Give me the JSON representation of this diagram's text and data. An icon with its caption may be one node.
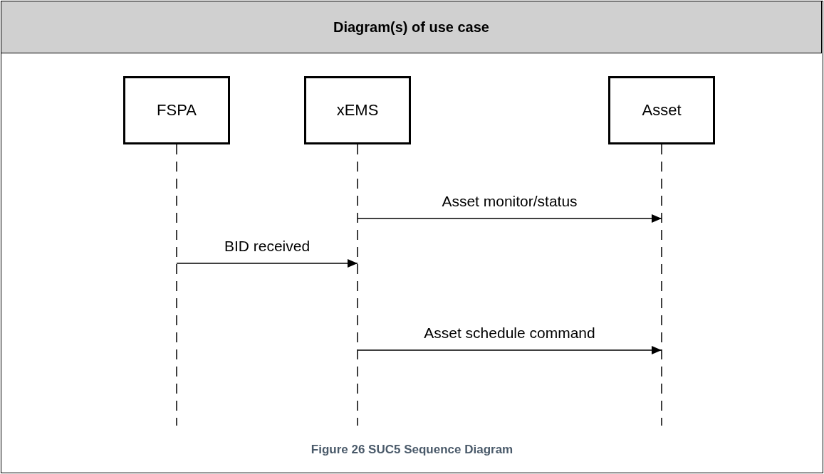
{
  "diagram": {
    "title": "Diagram(s) of use case",
    "caption": "Figure 26 SUC5 Sequence Diagram",
    "nodes": [
      {
        "text": [
          "FSPA"
        ]
      },
      {
        "text": [
          "xEMS"
        ]
      },
      {
        "text": [
          "Asset"
        ]
      }
    ],
    "edges": [
      {
        "from": 1,
        "to": 2,
        "arrow": "to",
        "label": "Asset monitor/status"
      },
      {
        "from": 0,
        "to": 1,
        "arrow": "to",
        "label": "BID received"
      },
      {
        "from": 1,
        "to": 2,
        "arrow": "to",
        "label": "Asset schedule command"
      }
    ]
  }
}
